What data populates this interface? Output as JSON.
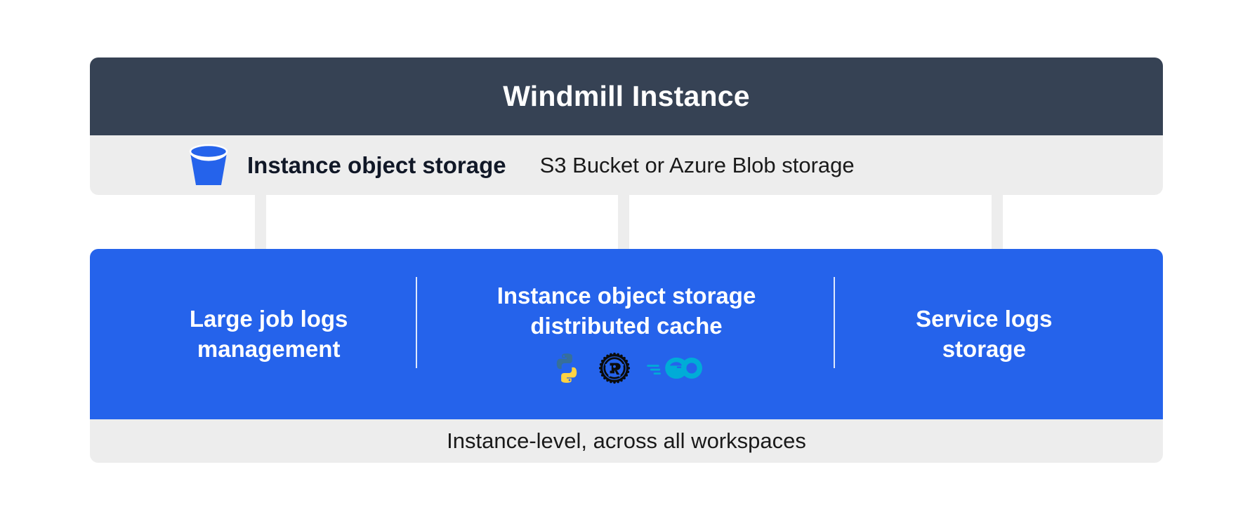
{
  "diagram": {
    "title": "Windmill Instance",
    "storage_row": {
      "icon": "bucket-icon",
      "label": "Instance object storage",
      "sublabel": "S3 Bucket or Azure Blob storage"
    },
    "columns": [
      {
        "title": "Large job logs\nmanagement"
      },
      {
        "title": "Instance object storage\ndistributed cache",
        "languages": [
          {
            "name": "python-logo"
          },
          {
            "name": "rust-logo"
          },
          {
            "name": "go-logo"
          }
        ]
      },
      {
        "title": "Service logs\nstorage"
      }
    ],
    "footer": "Instance-level, across all workspaces",
    "colors": {
      "header_bg": "#364254",
      "panel_bg": "#ededed",
      "accent_blue": "#2563eb",
      "connector_gray": "#ededed",
      "go_cyan": "#00acd7",
      "python_blue": "#366f9b",
      "python_yellow": "#ffd343",
      "rust_black": "#0b0c0c"
    }
  }
}
